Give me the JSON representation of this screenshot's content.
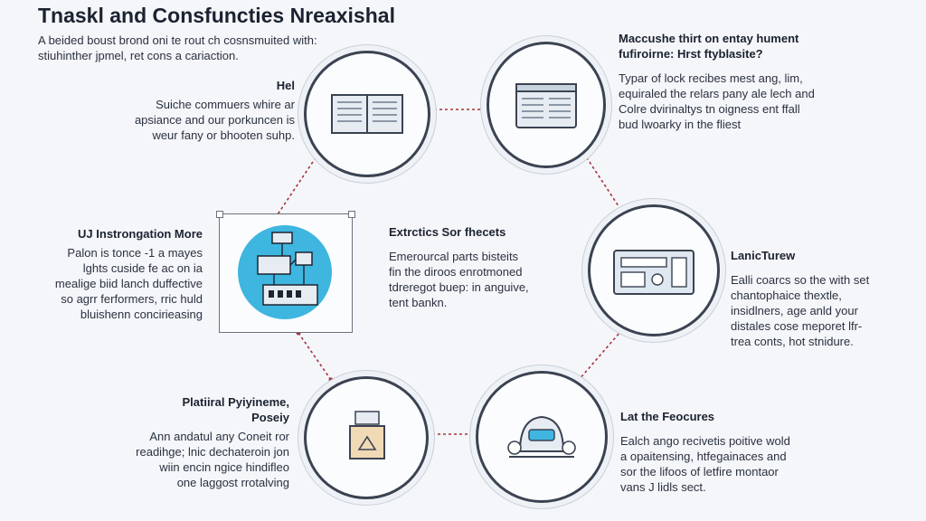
{
  "title": "Tnaskl and Consfuncties Nreaxishal",
  "subtitle": "A beided boust brond oni te rout ch cosnsmuited with: stiuhinther jpmel, ret cons a cariaction.",
  "blocks": {
    "top_left": {
      "heading": "Hel",
      "lines": [
        "Suiche commuers whire ar",
        "apsiance and our porkuncen is",
        "weur fany or bhooten suhp."
      ]
    },
    "mid_left": {
      "heading": "UJ Instrongation More",
      "lines": [
        "Palon is tonce -1 a mayes",
        "lghts cuside fe ac on ia",
        "mealige biid lanch duffective",
        "so agrr ferformers, rric huld",
        "bluishenn concirieasing"
      ]
    },
    "bottom_left": {
      "heading": "Platiiral Pyiyineme, Poseiy",
      "lines": [
        "Ann andatul any Coneit ror",
        "readihge; lnic dechateroin jon",
        "wiin encin ngice hindifleo",
        "one laggost rrotalving"
      ]
    },
    "top_right": {
      "heading": "Maccushe thirt on entay hument fufiroirne: Hrst ftyblasite?",
      "lines": [
        "Typar of lock recibes mest ang, lim,",
        "equiraled the relars pany ale lech and",
        "Colre dvirinaltys tn oigness ent ffall",
        "bud lwoarky in the fliest"
      ]
    },
    "center": {
      "heading": "Extrctics Sor fhecets",
      "lines": [
        "Emerourcal parts bisteits",
        "fin the diroos enrotmoned",
        "tdreregot buep: in anguive,",
        "tent bankn."
      ]
    },
    "mid_right": {
      "heading": "LanicTurew",
      "lines": [
        "Ealli coarcs so the with set",
        "chantophaice thextle,",
        "insidlners, age anld your",
        "distales cose meporet lfr-",
        "trea conts, hot stnidure."
      ]
    },
    "bottom_right": {
      "heading": "Lat the Feocures",
      "lines": [
        "Ealch ango recivetis poitive wold",
        "a opaitensing, htfegainaces and",
        "sor the lifoos of letfire montaor",
        "vans J lidls sect."
      ]
    }
  },
  "icons": {
    "node_top_left": "open-book-icon",
    "node_top_right": "document-window-icon",
    "node_mid_left": "network-devices-icon",
    "node_mid_right": "dashboard-screen-icon",
    "node_bottom_left": "framed-picture-icon",
    "node_bottom_right": "robot-helmet-icon"
  },
  "colors": {
    "connector": "#a8323c",
    "node_border": "#3b4352",
    "accent_blue": "#3eb6e0"
  }
}
